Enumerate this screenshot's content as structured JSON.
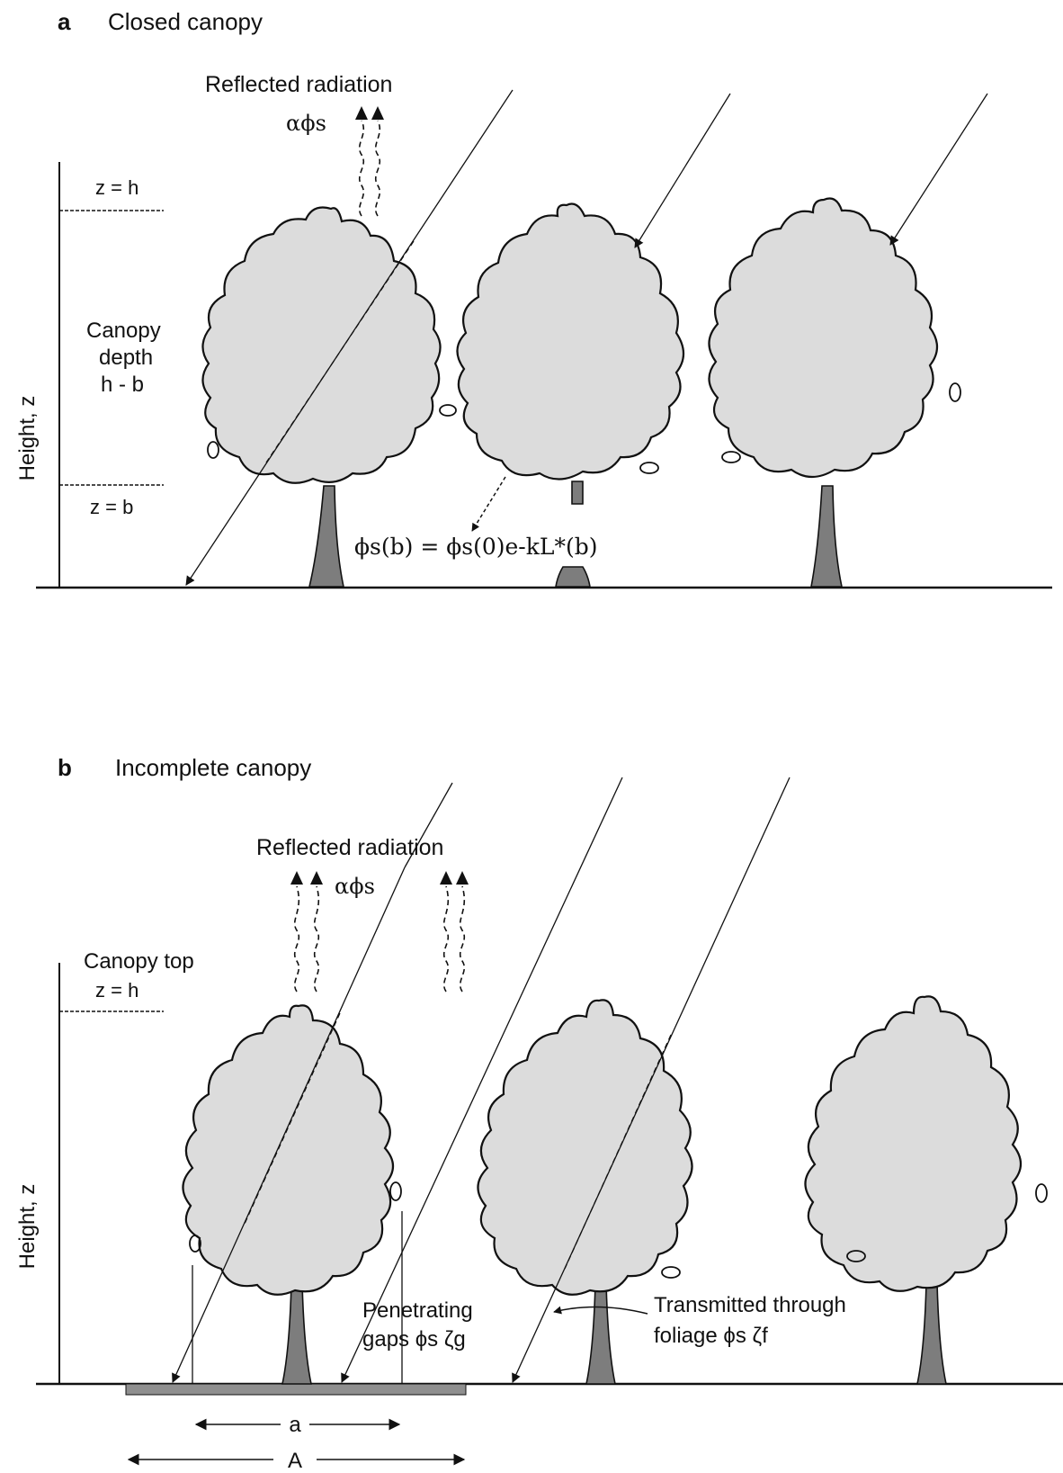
{
  "panel_a": {
    "letter": "a",
    "title": "Closed canopy",
    "reflected_label": "Reflected radiation",
    "reflected_symbol": "αϕs",
    "y_axis_label": "Height, z",
    "top_marker": "z = h",
    "bottom_marker": "z = b",
    "canopy_depth_lines": [
      "Canopy",
      "depth",
      "h - b"
    ],
    "equation": "ϕs(b) = ϕs(0)e-kL*(b)"
  },
  "panel_b": {
    "letter": "b",
    "title": "Incomplete canopy",
    "reflected_label": "Reflected radiation",
    "reflected_symbol": "αϕs",
    "y_axis_label": "Height, z",
    "canopy_top_label": "Canopy top",
    "top_marker": "z = h",
    "gaps_label_lines": [
      "Penetrating",
      "gaps ϕs ζg"
    ],
    "transmitted_label_lines": [
      "Transmitted through",
      "foliage ϕs ζf"
    ],
    "dim_small": "a",
    "dim_large": "A"
  },
  "colors": {
    "foliage": "#dcdcdc",
    "trunk": "#7d7d7d",
    "ink": "#111111"
  }
}
